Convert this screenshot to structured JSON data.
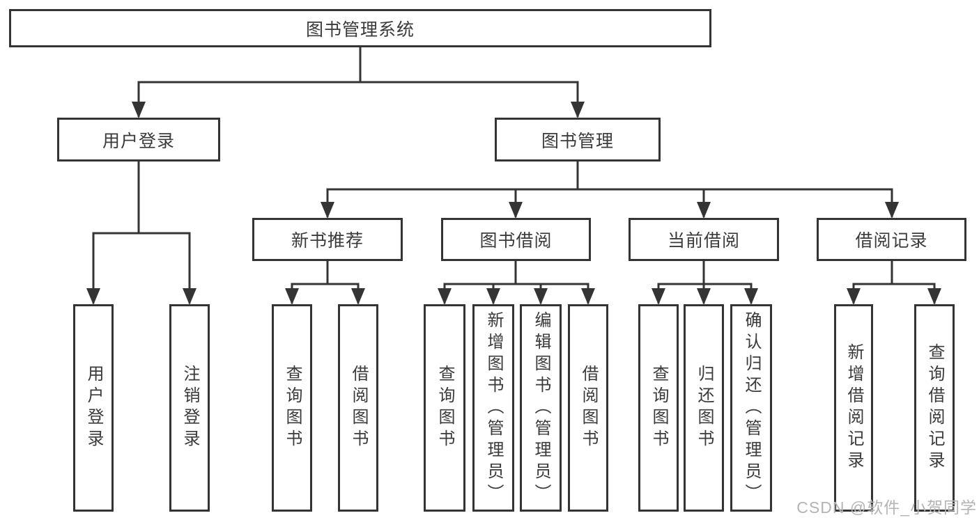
{
  "diagram_type": "hierarchy-tree",
  "colors": {
    "line": "#343434",
    "box_border": "#343434",
    "text": "#3a3a3a",
    "watermark": "#b4b4b4",
    "background": "#ffffff"
  },
  "nodes": {
    "root": "图书管理系统",
    "user_login": "用户登录",
    "book_management": "图书管理",
    "new_book_recommend": "新书推荐",
    "book_borrow": "图书借阅",
    "current_borrow": "当前借阅",
    "borrow_records": "借阅记录",
    "leaf_user_login": "用户登录",
    "leaf_logout": "注销登录",
    "leaf_nbr_query_books": "查询图书",
    "leaf_nbr_borrow_books": "借阅图书",
    "leaf_bb_query_books": "查询图书",
    "leaf_bb_add_books_admin": "新增图书（管理员）",
    "leaf_bb_edit_books_admin": "编辑图书（管理员）",
    "leaf_bb_borrow_books": "借阅图书",
    "leaf_cb_query_books": "查询图书",
    "leaf_cb_return_books": "归还图书",
    "leaf_cb_confirm_return_admin": "确认归还（管理员）",
    "leaf_br_add_record": "新增借阅记录",
    "leaf_br_query_record": "查询借阅记录"
  },
  "watermark": "CSDN @软件_小贺同学"
}
